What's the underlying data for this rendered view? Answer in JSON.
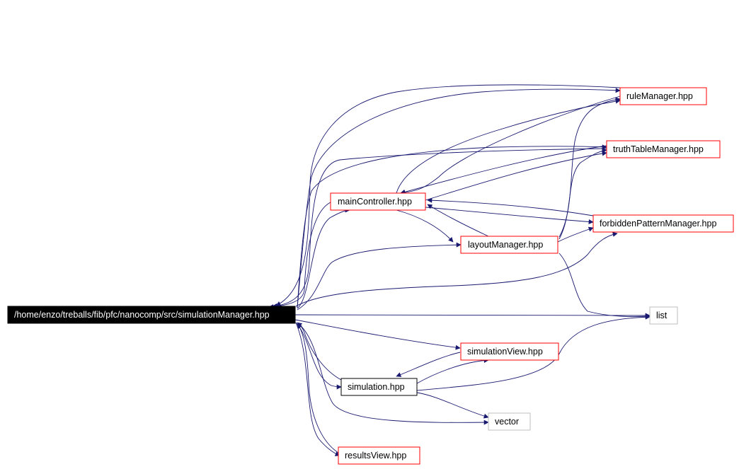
{
  "colors": {
    "edge": "#191970",
    "root_fill": "#000000",
    "root_text": "#ffffff",
    "documented_border": "#ff0000",
    "external_border": "#bfbfbf",
    "plain_border": "#000000",
    "text": "#000000"
  },
  "nodes": {
    "root": {
      "label": "/home/enzo/treballs/fib/pfc/nanocomp/src/simulationManager.hpp",
      "kind": "root"
    },
    "rule_manager": {
      "label": "ruleManager.hpp",
      "kind": "documented"
    },
    "truth_table_manager": {
      "label": "truthTableManager.hpp",
      "kind": "documented"
    },
    "main_controller": {
      "label": "mainController.hpp",
      "kind": "documented"
    },
    "forbidden_pattern_manager": {
      "label": "forbiddenPatternManager.hpp",
      "kind": "documented"
    },
    "layout_manager": {
      "label": "layoutManager.hpp",
      "kind": "documented"
    },
    "list": {
      "label": "list",
      "kind": "external"
    },
    "simulation_view": {
      "label": "simulationView.hpp",
      "kind": "documented"
    },
    "simulation": {
      "label": "simulation.hpp",
      "kind": "plain"
    },
    "vector": {
      "label": "vector",
      "kind": "external"
    },
    "results_view": {
      "label": "resultsView.hpp",
      "kind": "documented"
    }
  },
  "edges": [
    {
      "from": "root",
      "to": "main_controller"
    },
    {
      "from": "root",
      "to": "rule_manager"
    },
    {
      "from": "root",
      "to": "truth_table_manager"
    },
    {
      "from": "root",
      "to": "forbidden_pattern_manager"
    },
    {
      "from": "root",
      "to": "layout_manager"
    },
    {
      "from": "root",
      "to": "list"
    },
    {
      "from": "root",
      "to": "simulation_view"
    },
    {
      "from": "root",
      "to": "simulation"
    },
    {
      "from": "root",
      "to": "vector"
    },
    {
      "from": "root",
      "to": "results_view"
    },
    {
      "from": "main_controller",
      "to": "rule_manager"
    },
    {
      "from": "main_controller",
      "to": "truth_table_manager"
    },
    {
      "from": "main_controller",
      "to": "forbidden_pattern_manager"
    },
    {
      "from": "main_controller",
      "to": "layout_manager"
    },
    {
      "from": "main_controller",
      "to": "root"
    },
    {
      "from": "rule_manager",
      "to": "main_controller"
    },
    {
      "from": "rule_manager",
      "to": "root"
    },
    {
      "from": "truth_table_manager",
      "to": "main_controller"
    },
    {
      "from": "truth_table_manager",
      "to": "root"
    },
    {
      "from": "forbidden_pattern_manager",
      "to": "main_controller"
    },
    {
      "from": "layout_manager",
      "to": "rule_manager"
    },
    {
      "from": "layout_manager",
      "to": "truth_table_manager"
    },
    {
      "from": "layout_manager",
      "to": "forbidden_pattern_manager"
    },
    {
      "from": "layout_manager",
      "to": "main_controller"
    },
    {
      "from": "layout_manager",
      "to": "list"
    },
    {
      "from": "simulation",
      "to": "simulation_view"
    },
    {
      "from": "simulation",
      "to": "list"
    },
    {
      "from": "simulation",
      "to": "vector"
    },
    {
      "from": "simulation",
      "to": "root"
    },
    {
      "from": "simulation_view",
      "to": "simulation"
    },
    {
      "from": "results_view",
      "to": "root"
    }
  ]
}
